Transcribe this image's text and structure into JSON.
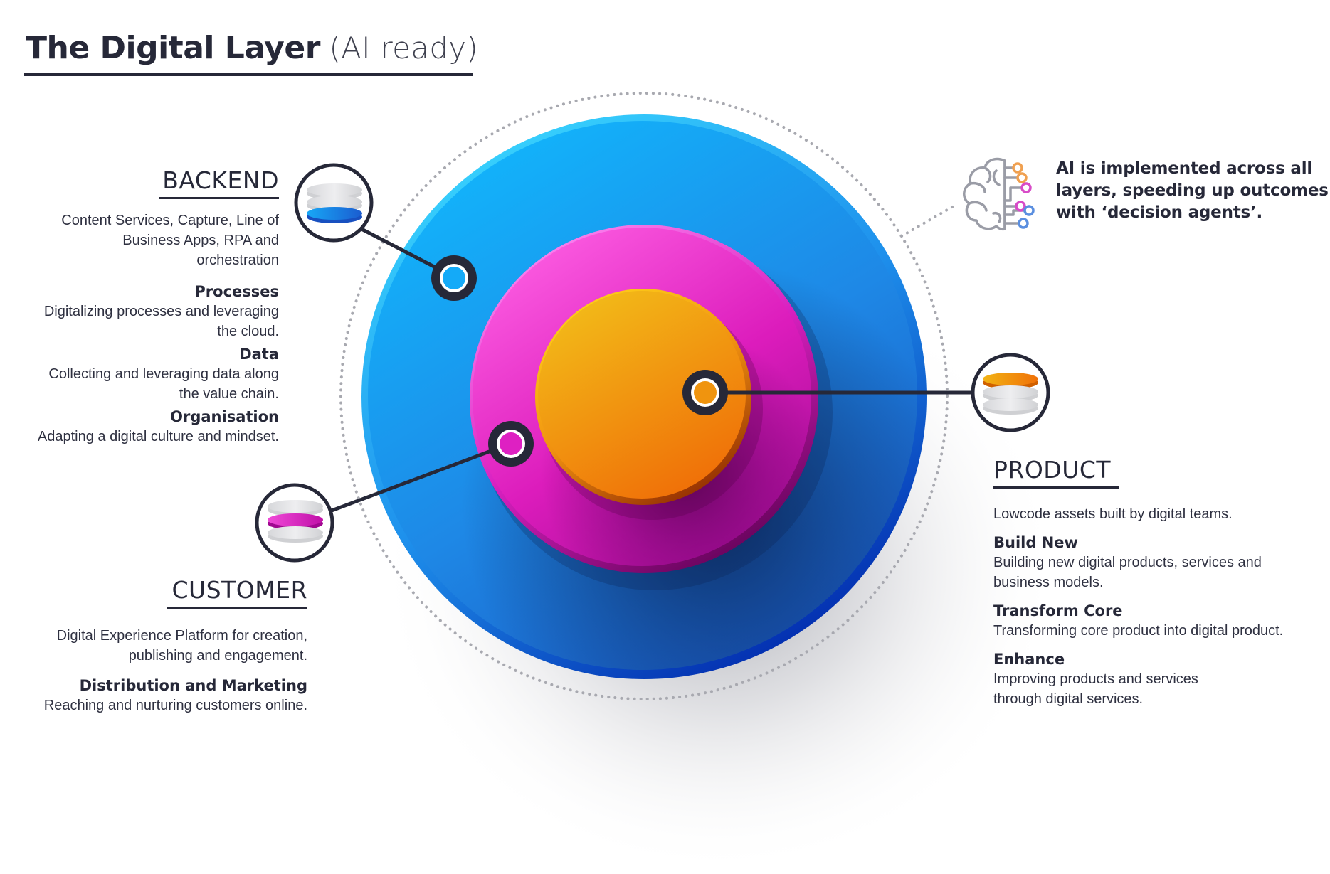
{
  "title": {
    "bold": "The Digital Layer",
    "light": "(AI ready)"
  },
  "ai_note": {
    "icon": "brain-circuit-icon",
    "lines": [
      "AI is implemented across all",
      "layers, speeding up outcomes",
      "with ‘decision agents’."
    ]
  },
  "backend": {
    "heading": "BACKEND",
    "icon": "layer-stack-icon",
    "accent": "#1e8fe8",
    "description_lines": [
      "Content Services, Capture, Line of",
      "Business Apps, RPA and",
      "orchestration"
    ],
    "items": [
      {
        "title": "Processes",
        "lines": [
          "Digitalizing processes and leveraging",
          "the cloud."
        ]
      },
      {
        "title": "Data",
        "lines": [
          "Collecting and leveraging data along",
          "the value chain."
        ]
      },
      {
        "title": "Organisation",
        "lines": [
          "Adapting a digital culture and mindset."
        ]
      }
    ]
  },
  "customer": {
    "heading": "CUSTOMER",
    "icon": "layer-stack-icon",
    "accent": "#e020c0",
    "description_lines": [
      "Digital Experience Platform for creation,",
      "publishing and engagement."
    ],
    "items": [
      {
        "title": "Distribution and Marketing",
        "lines": [
          "Reaching and nurturing customers online."
        ]
      }
    ]
  },
  "product": {
    "heading": "PRODUCT",
    "icon": "layer-stack-icon",
    "accent": "#f08a10",
    "description_lines": [
      "Lowcode assets built by digital teams."
    ],
    "items": [
      {
        "title": "Build New",
        "lines": [
          "Building new digital products, services and",
          "business models."
        ]
      },
      {
        "title": "Transform Core",
        "lines": [
          "Transforming core product into digital product."
        ]
      },
      {
        "title": "Enhance",
        "lines": [
          "Improving products and services",
          "through digital services."
        ]
      }
    ]
  },
  "colors": {
    "text_dark": "#262838",
    "outer_layer_blue": "#1a9cf0",
    "outer_layer_blue_dark": "#0a2fb0",
    "middle_layer_pink": "#e030c8",
    "middle_layer_pink_dark": "#7a0a6a",
    "inner_layer_orange": "#f0a010",
    "inner_layer_orange_dark": "#8a2a00",
    "dotted_ring": "#a8a9b0",
    "brain_gray": "#9a9ca6",
    "node_orange": "#f0a050",
    "node_pink": "#d84cc8",
    "node_blue": "#5b8fe0"
  }
}
